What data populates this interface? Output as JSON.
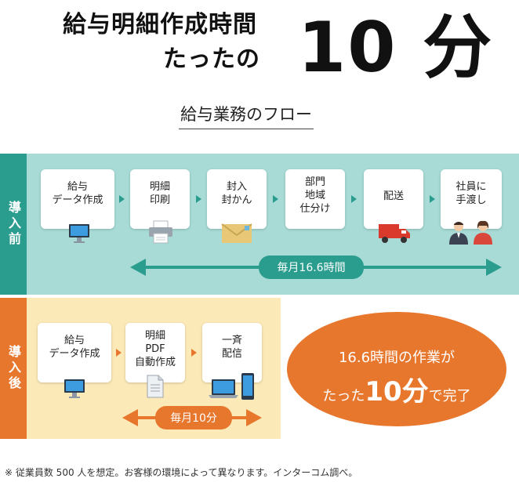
{
  "headline": {
    "line1": "給与明細作成時間",
    "line2": "たったの",
    "big": "10 分"
  },
  "flow_title": "給与業務のフロー",
  "before": {
    "tab_label": "導入前",
    "steps": [
      {
        "label": "給与\nデータ作成",
        "icon": "monitor-icon"
      },
      {
        "label": "明細\n印刷",
        "icon": "printer-icon"
      },
      {
        "label": "封入\n封かん",
        "icon": "envelope-icon"
      },
      {
        "label": "部門\n地域\n仕分け",
        "icon": "sorting-icon"
      },
      {
        "label": "配送",
        "icon": "truck-icon"
      },
      {
        "label": "社員に\n手渡し",
        "icon": "employees-icon"
      }
    ],
    "duration": "毎月16.6時間"
  },
  "after": {
    "tab_label": "導入後",
    "steps": [
      {
        "label": "給与\nデータ作成",
        "icon": "monitor-icon"
      },
      {
        "label": "明細\nPDF\n自動作成",
        "icon": "document-icon"
      },
      {
        "label": "一斉\n配信",
        "icon": "laptop-phone-icon"
      }
    ],
    "duration": "毎月10分"
  },
  "result": {
    "line1": "16.6時間の作業が",
    "pre": "たった",
    "big": "10分",
    "post": "で完了"
  },
  "footnote": "※ 従業員数 500 人を想定。お客様の環境によって異なります。インターコム調べ。",
  "colors": {
    "teal": "#2a9d8f",
    "teal_light": "#a8dbd6",
    "orange": "#e8772e",
    "cream": "#fbe9b8"
  }
}
